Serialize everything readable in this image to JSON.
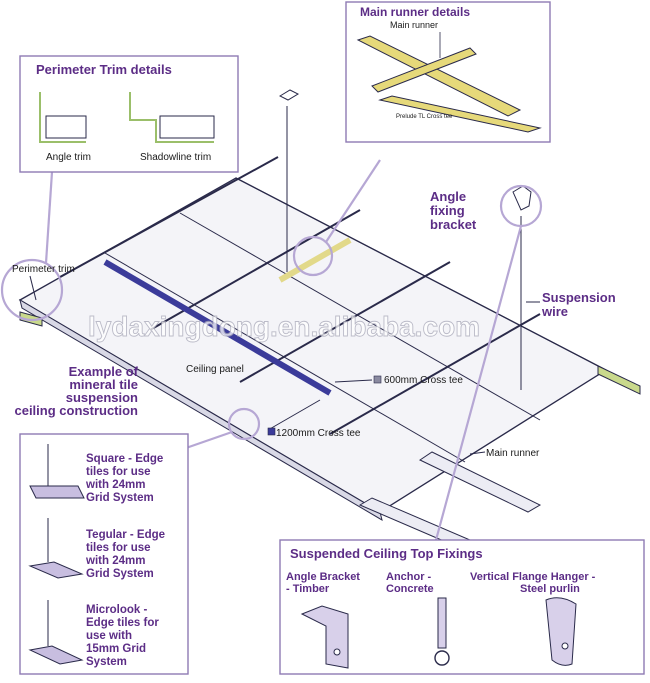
{
  "main_runner_details": {
    "title": "Main runner details",
    "main_runner": "Main runner",
    "cross_tee": "Prelude TL Cross tee"
  },
  "perimeter_trim_details": {
    "title": "Perimeter Trim details",
    "angle_trim": "Angle trim",
    "shadowline_trim": "Shadowline trim"
  },
  "angle_fixing_bracket": [
    "Angle",
    "fixing",
    "bracket"
  ],
  "suspension_wire": [
    "Suspension",
    "wire"
  ],
  "perimeter_trim": "Perimeter trim",
  "ceiling_panel": "Ceiling panel",
  "cross_tee_600": "600mm Cross tee",
  "cross_tee_1200": "1200mm Cross tee",
  "main_runner": "Main runner",
  "watermark": "lydaxingdong.en.alibaba.com",
  "example": [
    "Example of",
    "mineral tile",
    "suspension",
    "ceiling construction"
  ],
  "edge_tiles": [
    {
      "lines": [
        "Square - Edge",
        "tiles for use",
        "with 24mm",
        "Grid System"
      ]
    },
    {
      "lines": [
        "Tegular - Edge",
        "tiles for use",
        "with 24mm",
        "Grid System"
      ]
    },
    {
      "lines": [
        "Microlook -",
        "Edge tiles for",
        "use with",
        "15mm Grid",
        "System"
      ]
    }
  ],
  "top_fixings": {
    "title": "Suspended Ceiling Top Fixings",
    "items": [
      {
        "lines": [
          "Angle Bracket",
          "- Timber"
        ]
      },
      {
        "lines": [
          "Anchor -",
          "Concrete"
        ]
      },
      {
        "lines": [
          "Vertical Flange Hanger -",
          "Steel purlin"
        ]
      }
    ]
  }
}
